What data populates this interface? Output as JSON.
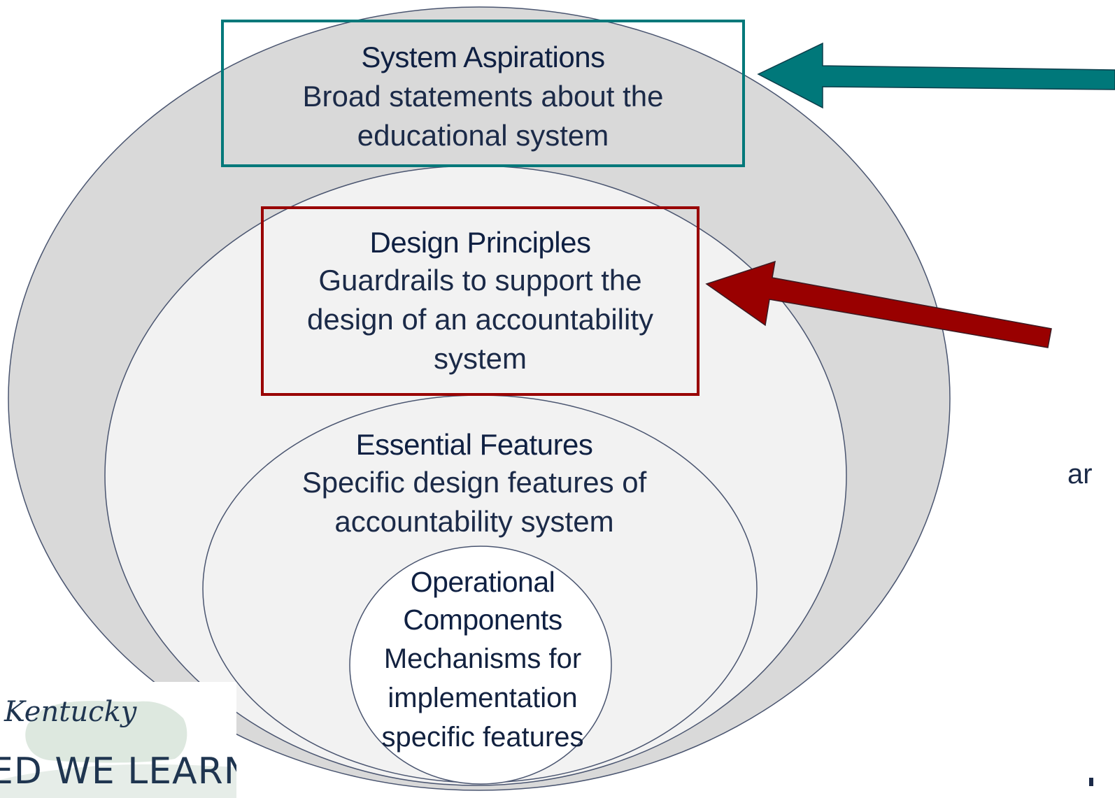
{
  "aspirations": {
    "title": "System Aspirations",
    "line1": "Broad statements about the",
    "line2": "educational system"
  },
  "principles": {
    "title": "Design Principles",
    "line1": "Guardrails to support the",
    "line2": "design of an accountability",
    "line3": "system"
  },
  "features": {
    "title": "Essential Features",
    "line1": "Specific design features of",
    "line2": "accountability system"
  },
  "components": {
    "title1": "Operational",
    "title2": "Components",
    "line1": "Mechanisms for",
    "line2": "implementation",
    "line3": "specific features"
  },
  "side_text": "ar",
  "logo": {
    "script": "Kentucky",
    "word": "ED WE LEARN"
  },
  "colors": {
    "teal": "#00787a",
    "red": "#990000",
    "outer_fill": "#d9d9d9",
    "inner_fill": "#f2f2f2",
    "stroke": "#4a5570"
  }
}
